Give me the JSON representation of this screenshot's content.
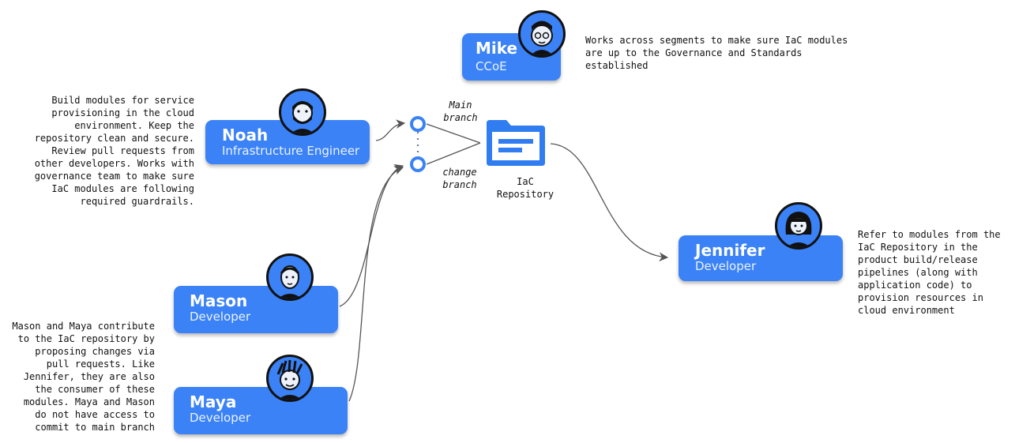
{
  "people": {
    "mike": {
      "name": "Mike",
      "role": "CCoE",
      "description": "Works across segments to make sure IaC modules\nare up to the Governance and Standards\nestablished"
    },
    "noah": {
      "name": "Noah",
      "role": "Infrastructure Engineer",
      "description": "Build modules for service\nprovisioning in the cloud\nenvironment. Keep the\nrepository clean and secure.\nReview pull requests from\nother developers. Works with\ngovernance team to make sure\nIaC modules are following\nrequired guardrails."
    },
    "mason": {
      "name": "Mason",
      "role": "Developer"
    },
    "maya": {
      "name": "Maya",
      "role": "Developer"
    },
    "jennifer": {
      "name": "Jennifer",
      "role": "Developer",
      "description": "Refer to modules from the\nIaC Repository in the\nproduct build/release\npipelines (along with\napplication code) to\nprovision resources in\ncloud environment"
    }
  },
  "mason_maya_description": "Mason and Maya contribute\nto the IaC repository by\nproposing changes via\npull requests. Like\nJennifer, they are also\nthe consumer of these\nmodules. Maya and Mason\ndo not have access to\ncommit to main branch",
  "repository": {
    "label": "IaC\nRepository",
    "icon": "folder-icon"
  },
  "branches": {
    "main": "Main\nbranch",
    "change": "change\nbranch"
  },
  "colors": {
    "card": "#3b82f6",
    "text": "#111111",
    "connector": "#555555",
    "card_text": "#ffffff"
  }
}
